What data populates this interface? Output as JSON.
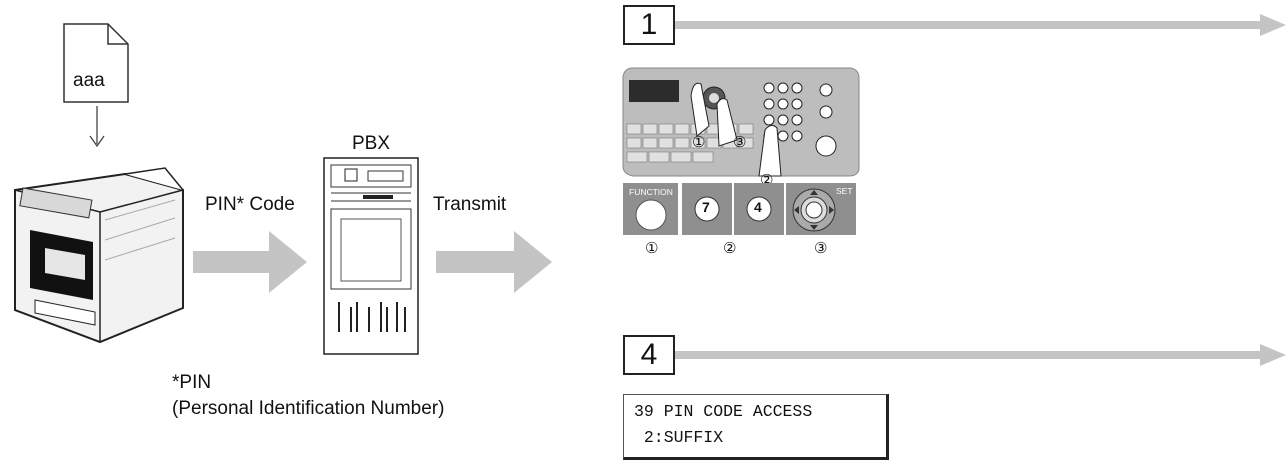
{
  "document": {
    "icon_text": "aaa",
    "pbx_label": "PBX",
    "pin_code_label": "PIN* Code",
    "transmit_label": "Transmit",
    "footnote_line1": "*PIN",
    "footnote_line2": "(Personal Identification Number)"
  },
  "steps": [
    {
      "number": "1",
      "panel_markers": [
        "①",
        "②",
        "③"
      ],
      "keys": [
        {
          "label": "FUNCTION",
          "marker": "①"
        },
        {
          "label": "7",
          "marker": "②"
        },
        {
          "label": "4",
          "marker": ""
        },
        {
          "label": "SET",
          "marker": "③"
        }
      ]
    },
    {
      "number": "4",
      "display_line1": "39 PIN CODE ACCESS",
      "display_line2": " 2:SUFFIX"
    }
  ],
  "colors": {
    "arrow": "#c4c4c4",
    "key_bg": "#8f8f8f",
    "panel": "#bdbdbd"
  }
}
